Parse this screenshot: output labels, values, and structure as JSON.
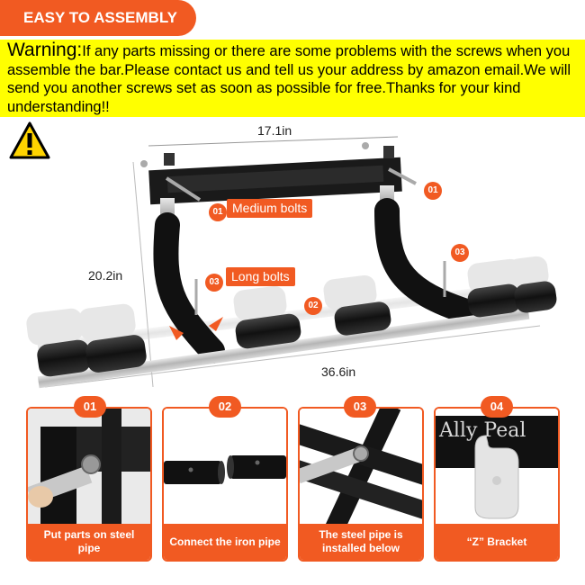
{
  "header": {
    "badge": "EASY TO ASSEMBLY"
  },
  "warning": {
    "lead": "Warning:",
    "body": "If any parts missing or there are some problems with the screws when you assemble the bar.Please contact us and tell us your address by amazon email.We will send you another screws set as soon as possible for free.Thanks for your kind understanding!!"
  },
  "dimensions": {
    "top": "17.1in",
    "height": "20.2in",
    "length": "36.6in"
  },
  "callouts": [
    {
      "num": "01",
      "label": "Medium bolts"
    },
    {
      "num": "01",
      "label": ""
    },
    {
      "num": "03",
      "label": "Long bolts"
    },
    {
      "num": "02",
      "label": ""
    },
    {
      "num": "03",
      "label": ""
    }
  ],
  "steps": [
    {
      "num": "01",
      "caption": "Put parts on steel pipe"
    },
    {
      "num": "02",
      "caption": "Connect the iron pipe"
    },
    {
      "num": "03",
      "caption": "The steel pipe is installed below"
    },
    {
      "num": "04",
      "caption": "“Z” Bracket",
      "print": "Ally Peal"
    }
  ],
  "colors": {
    "accent": "#f15a22",
    "warning_bg": "#ffff00"
  }
}
